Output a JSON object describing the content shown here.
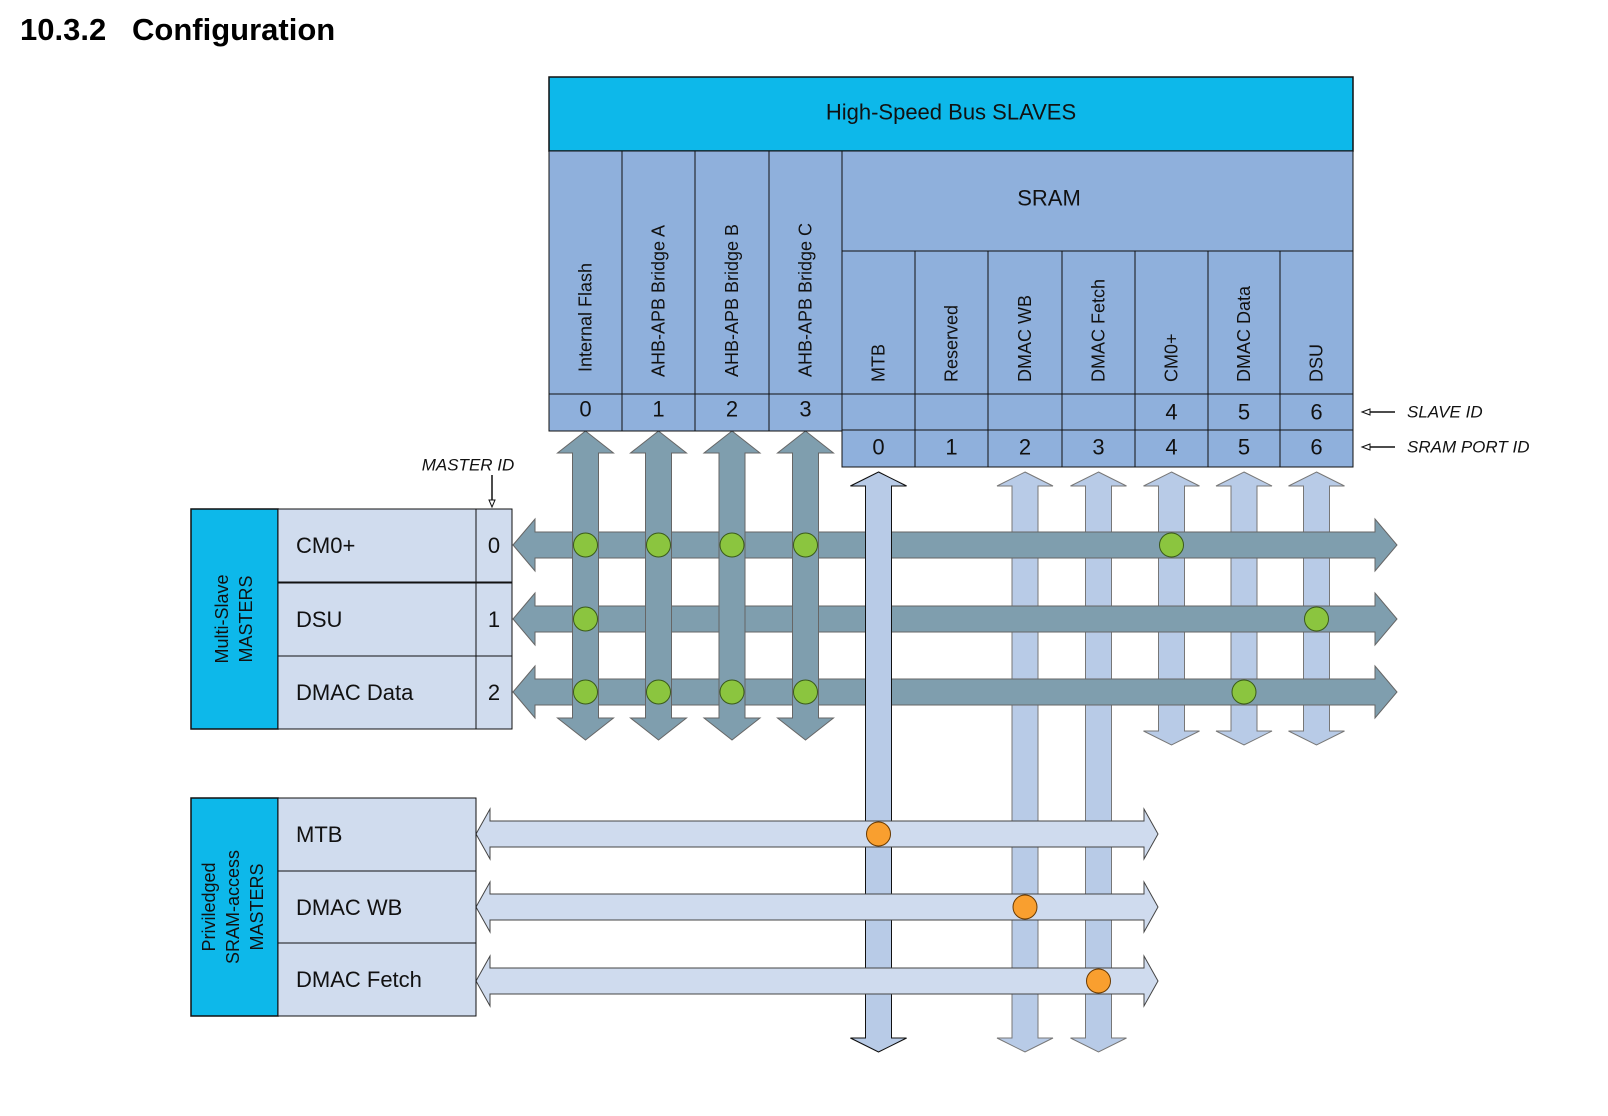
{
  "heading": {
    "number": "10.3.2",
    "title": "Configuration"
  },
  "colors": {
    "header_cyan": "#0db8ea",
    "slave_blue": "#8fb0dc",
    "master_cell": "#d0dcee",
    "multi_bus": "#7f9eae",
    "sram_bus": "#b8cbe7",
    "priv_bus": "#cfdbee",
    "green_dot": "#8bc53f",
    "orange_dot": "#f99f2f"
  },
  "slaves": {
    "header": "High-Speed Bus SLAVES",
    "sram_label": "SRAM",
    "columns": [
      {
        "name": "Internal Flash",
        "slave_id": "0",
        "sram_port_id": ""
      },
      {
        "name": "AHB-APB Bridge A",
        "slave_id": "1",
        "sram_port_id": ""
      },
      {
        "name": "AHB-APB Bridge B",
        "slave_id": "2",
        "sram_port_id": ""
      },
      {
        "name": "AHB-APB Bridge C",
        "slave_id": "3",
        "sram_port_id": ""
      },
      {
        "name": "MTB",
        "slave_id": "",
        "sram_port_id": "0"
      },
      {
        "name": "Reserved",
        "slave_id": "",
        "sram_port_id": "1"
      },
      {
        "name": "DMAC WB",
        "slave_id": "",
        "sram_port_id": "2"
      },
      {
        "name": "DMAC Fetch",
        "slave_id": "",
        "sram_port_id": "3"
      },
      {
        "name": "CM0+",
        "slave_id": "4",
        "sram_port_id": "4"
      },
      {
        "name": "DMAC Data",
        "slave_id": "5",
        "sram_port_id": "5"
      },
      {
        "name": "DSU",
        "slave_id": "6",
        "sram_port_id": "6"
      }
    ],
    "slave_id_label": "SLAVE ID",
    "sram_port_id_label": "SRAM PORT ID"
  },
  "multi_slave_masters": {
    "group_label_line1": "Multi-Slave",
    "group_label_line2": "MASTERS",
    "master_id_label": "MASTER ID",
    "masters": [
      {
        "name": "CM0+",
        "id": "0"
      },
      {
        "name": "DSU",
        "id": "1"
      },
      {
        "name": "DMAC Data",
        "id": "2"
      }
    ]
  },
  "privileged_masters": {
    "group_label_line1": "Priviledged",
    "group_label_line2": "SRAM-access",
    "group_label_line3": "MASTERS",
    "masters": [
      {
        "name": "MTB"
      },
      {
        "name": "DMAC WB"
      },
      {
        "name": "DMAC Fetch"
      }
    ]
  },
  "connections": {
    "multi_slave": [
      {
        "master": "CM0+",
        "slave_columns": [
          0,
          1,
          2,
          3,
          8
        ]
      },
      {
        "master": "DSU",
        "slave_columns": [
          0,
          10
        ]
      },
      {
        "master": "DMAC Data",
        "slave_columns": [
          0,
          1,
          2,
          3,
          9
        ]
      }
    ],
    "privileged": [
      {
        "master": "MTB",
        "slave_columns": [
          4
        ]
      },
      {
        "master": "DMAC WB",
        "slave_columns": [
          6
        ]
      },
      {
        "master": "DMAC Fetch",
        "slave_columns": [
          7
        ]
      }
    ]
  }
}
